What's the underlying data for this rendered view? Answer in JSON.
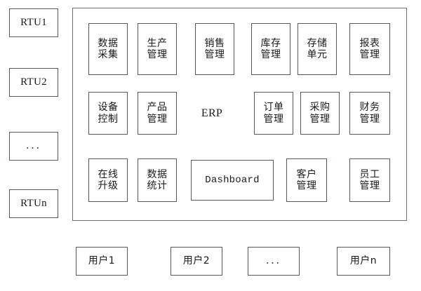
{
  "diagram": {
    "title_label": "ERP",
    "field_devices": [
      {
        "label": "RTU1"
      },
      {
        "label": "RTU2"
      },
      {
        "label": "..."
      },
      {
        "label": "RTUn"
      }
    ],
    "platform": {
      "center_label": "ERP",
      "rows": [
        {
          "modules": [
            {
              "line1": "数据",
              "line2": "采集"
            },
            {
              "line1": "生产",
              "line2": "管理"
            },
            {
              "line1": "销售",
              "line2": "管理"
            },
            {
              "line1": "库存",
              "line2": "管理"
            },
            {
              "line1": "存储",
              "line2": "单元"
            },
            {
              "line1": "报表",
              "line2": "管理"
            }
          ]
        },
        {
          "modules": [
            {
              "line1": "设备",
              "line2": "控制"
            },
            {
              "line1": "产品",
              "line2": "管理"
            },
            {
              "line1": "订单",
              "line2": "管理"
            },
            {
              "line1": "采购",
              "line2": "管理"
            },
            {
              "line1": "财务",
              "line2": "管理"
            }
          ]
        },
        {
          "modules": [
            {
              "line1": "在线",
              "line2": "升级"
            },
            {
              "line1": "数据",
              "line2": "统计"
            },
            {
              "line1": "Dashboard",
              "line2": ""
            },
            {
              "line1": "客户",
              "line2": "管理"
            },
            {
              "line1": "员工",
              "line2": "管理"
            }
          ]
        }
      ],
      "dashboard_label": "Dashboard"
    },
    "users": [
      {
        "label": "用户1"
      },
      {
        "label": "用户2"
      },
      {
        "label": "..."
      },
      {
        "label": "用户n"
      }
    ]
  },
  "colors": {
    "border": "#555a5e",
    "container_border": "#6b7074",
    "text": "#1a1a1a",
    "background": "#ffffff"
  }
}
